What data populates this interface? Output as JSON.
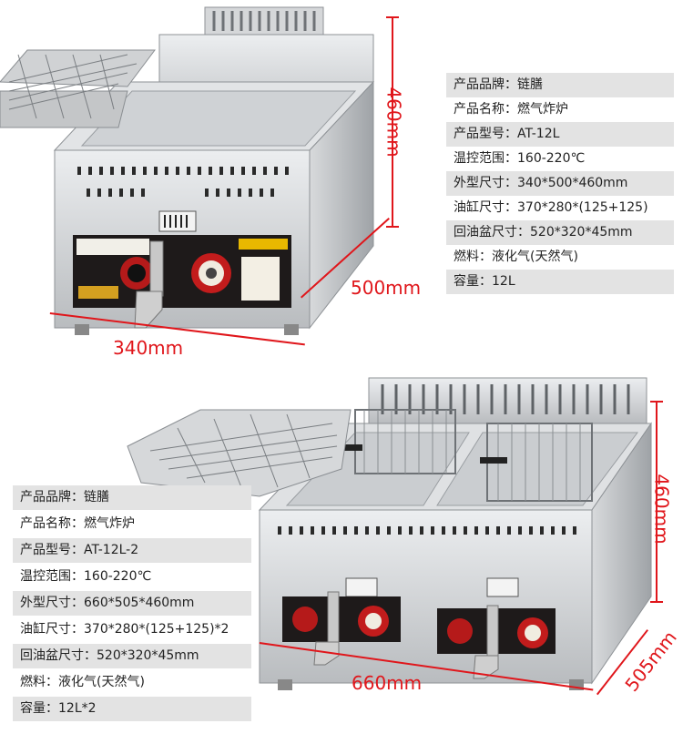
{
  "product1": {
    "specs": [
      {
        "label": "产品品牌：",
        "value": "链膳"
      },
      {
        "label": "产品名称：",
        "value": "燃气炸炉"
      },
      {
        "label": "产品型号：",
        "value": "AT-12L"
      },
      {
        "label": "温控范围：",
        "value": "160-220℃"
      },
      {
        "label": "外型尺寸：",
        "value": "340*500*460mm"
      },
      {
        "label": "油缸尺寸：",
        "value": "370*280*(125+125)"
      },
      {
        "label": "回油盆尺寸：",
        "value": "520*320*45mm"
      },
      {
        "label": "燃料：",
        "value": "液化气(天然气)"
      },
      {
        "label": "容量：",
        "value": "12L"
      }
    ],
    "dims": {
      "width": "340mm",
      "depth": "500mm",
      "height": "460mm"
    }
  },
  "product2": {
    "specs": [
      {
        "label": "产品品牌：",
        "value": "链膳"
      },
      {
        "label": "产品名称：",
        "value": "燃气炸炉"
      },
      {
        "label": "产品型号：",
        "value": "AT-12L-2"
      },
      {
        "label": "温控范围：",
        "value": "160-220℃"
      },
      {
        "label": "外型尺寸：",
        "value": "660*505*460mm"
      },
      {
        "label": "油缸尺寸：",
        "value": "370*280*(125+125)*2"
      },
      {
        "label": "回油盆尺寸：",
        "value": "520*320*45mm"
      },
      {
        "label": "燃料：",
        "value": "液化气(天然气)"
      },
      {
        "label": "容量：",
        "value": "12L*2"
      }
    ],
    "dims": {
      "width": "660mm",
      "depth": "505mm",
      "height": "460mm"
    }
  },
  "colors": {
    "accent": "#e0161b",
    "row_shade": "#e3e3e3",
    "steel": "#c9cbcd"
  }
}
